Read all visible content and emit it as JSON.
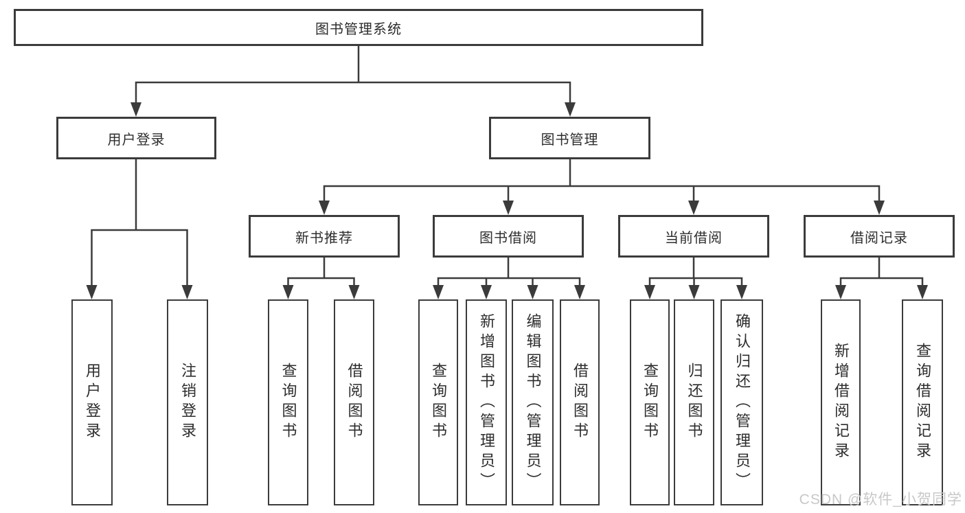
{
  "diagram": {
    "root": {
      "label": "图书管理系统"
    },
    "level2": [
      {
        "id": "user-login",
        "label": "用户登录"
      },
      {
        "id": "book-management",
        "label": "图书管理"
      }
    ],
    "level3": [
      {
        "id": "new-book-recommend",
        "label": "新书推荐"
      },
      {
        "id": "book-borrowing",
        "label": "图书借阅"
      },
      {
        "id": "current-borrowing",
        "label": "当前借阅"
      },
      {
        "id": "borrowing-records",
        "label": "借阅记录"
      }
    ],
    "leaves": {
      "user_login": "用户登录",
      "logout": "注销登录",
      "recommend_query_book": "查询图书",
      "recommend_borrow_book": "借阅图书",
      "borrowing_query_book": "查询图书",
      "borrowing_add_book": "新增图书（管理员）",
      "borrowing_edit_book": "编辑图书（管理员）",
      "borrowing_borrow_book": "借阅图书",
      "current_query_book": "查询图书",
      "current_return_book": "归还图书",
      "current_confirm_return": "确认归还（管理员）",
      "records_add_record": "新增借阅记录",
      "records_query_record": "查询借阅记录"
    }
  },
  "watermark": "CSDN @软件_小贺同学",
  "colors": {
    "line": "#3b3b3b",
    "text": "#2d2d2d",
    "watermark": "#c8c8c8",
    "background": "#ffffff"
  }
}
